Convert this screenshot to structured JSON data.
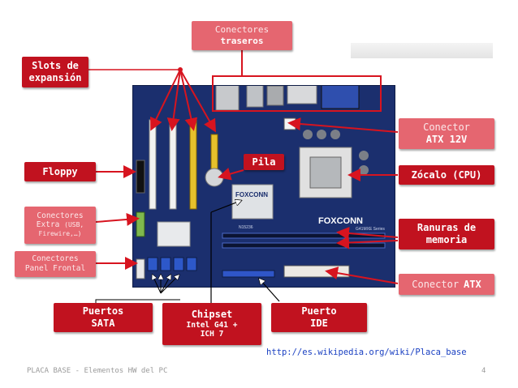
{
  "labels": {
    "conectores_traseros": [
      "Conectores",
      "traseros"
    ],
    "slots_expansion": [
      "Slots de",
      "expansión"
    ],
    "conector_atx12v": [
      "Conector",
      "ATX 12V"
    ],
    "pila": "Pila",
    "floppy": "Floppy",
    "zocalo": "Zócalo (CPU)",
    "conectores_extra": [
      "Conectores",
      "Extra",
      "(USB,",
      "Firewire,…)"
    ],
    "ranuras_memoria": [
      "Ranuras de",
      "memoria"
    ],
    "conectores_panel": [
      "Conectores",
      "Panel Frontal"
    ],
    "conector_atx": [
      "Conector",
      "ATX"
    ],
    "puertos_sata": [
      "Puertos",
      "SATA"
    ],
    "chipset": [
      "Chipset",
      "Intel G41 +",
      "ICH 7"
    ],
    "puerto_ide": [
      "Puerto",
      "IDE"
    ]
  },
  "board": {
    "brand": "FOXCONN",
    "model": "G41MXE Series",
    "chip": "N15236"
  },
  "link": "http://es.wikipedia.org/wiki/Placa_base",
  "footer": {
    "title": "PLACA BASE - Elementos HW del PC",
    "page": "4"
  },
  "colors": {
    "label_red": "#c1121f",
    "label_pink": "#e56670",
    "label_gold": "#d88f1d",
    "arrow_red": "#d7141f",
    "board_blue": "#1b2f6e"
  }
}
